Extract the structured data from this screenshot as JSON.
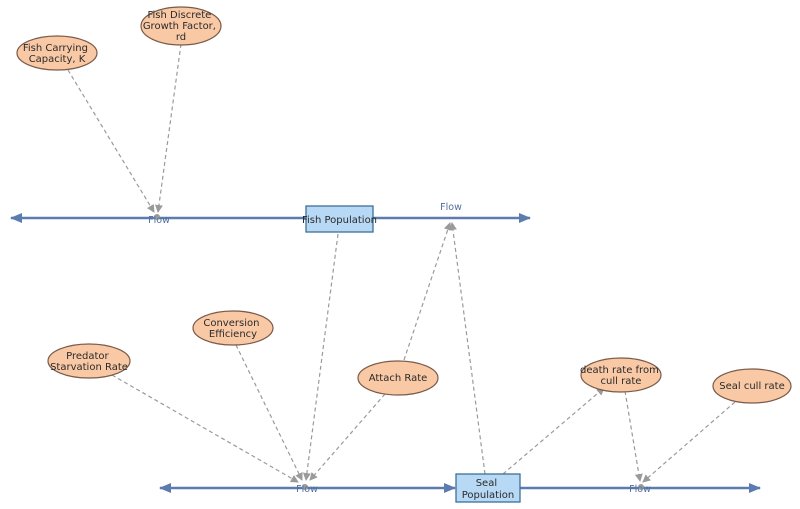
{
  "colors": {
    "aux_fill": "#f9c9a6",
    "aux_stroke": "#7a5a48",
    "stock_fill": "#b7d9f5",
    "stock_stroke": "#3f6f97",
    "flow": "#5c7cb0",
    "link": "#9a9a9a"
  },
  "auxiliaries": {
    "fish_carrying_capacity": [
      "Fish Carrying",
      "Capacity, K"
    ],
    "fish_growth_factor": [
      "Fish Discrete",
      "Growth Factor,",
      "rd"
    ],
    "conversion_efficiency": [
      "Conversion",
      "Efficiency"
    ],
    "predator_starvation_rate": [
      "Predator",
      "Starvation Rate"
    ],
    "attach_rate": [
      "Attach Rate"
    ],
    "death_rate_cull": [
      "death rate from",
      "cull rate"
    ],
    "seal_cull_rate": [
      "Seal cull rate"
    ]
  },
  "stocks": {
    "fish_population": [
      "Fish Population"
    ],
    "seal_population": [
      "Seal",
      "Population"
    ]
  },
  "flows": {
    "fish_inflow_label": "Flow",
    "fish_outflow_label": "Flow",
    "seal_inflow_label": "Flow",
    "seal_outflow_label": "Flow"
  }
}
